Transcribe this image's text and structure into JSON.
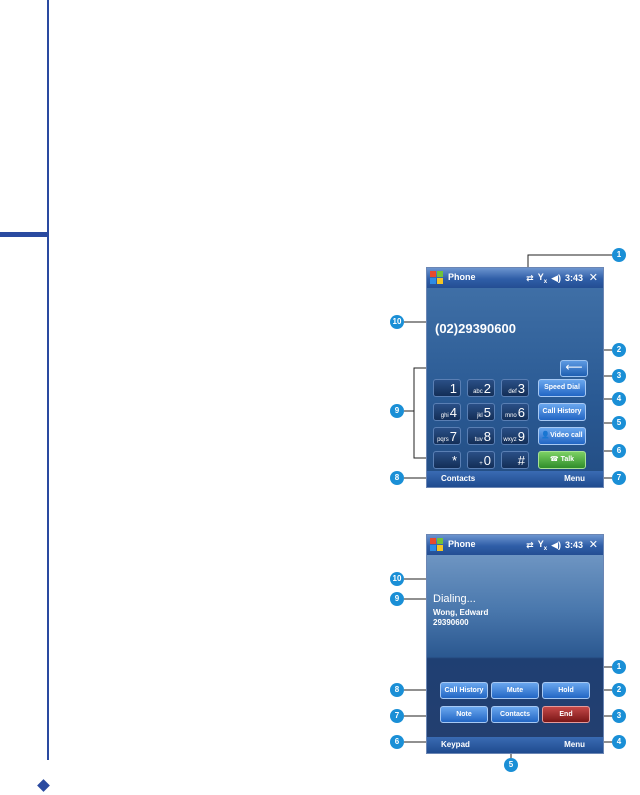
{
  "colors": {
    "margin_blue": "#2a4aa0",
    "callout_blue": "#1a8fd6",
    "talk_green": "#3fa632",
    "end_red": "#9c2a2a"
  },
  "status_icons": [
    "sync-icon",
    "signal-icon",
    "speaker-icon"
  ],
  "screen1": {
    "title": "Phone",
    "time": "3:43",
    "number": "(02)29390600",
    "keys": [
      {
        "letters": "",
        "digit": "1"
      },
      {
        "letters": "abc",
        "digit": "2"
      },
      {
        "letters": "def",
        "digit": "3"
      },
      {
        "letters": "ghi",
        "digit": "4"
      },
      {
        "letters": "jkl",
        "digit": "5"
      },
      {
        "letters": "mno",
        "digit": "6"
      },
      {
        "letters": "pqrs",
        "digit": "7"
      },
      {
        "letters": "tuv",
        "digit": "8"
      },
      {
        "letters": "wxyz",
        "digit": "9"
      },
      {
        "letters": "",
        "digit": "*"
      },
      {
        "letters": "+",
        "digit": "0"
      },
      {
        "letters": "",
        "digit": "#"
      }
    ],
    "side_buttons": {
      "speed_dial": "Speed Dial",
      "call_history": "Call History",
      "video_call": "Video call",
      "talk": "Talk"
    },
    "softkeys": {
      "left": "Contacts",
      "right": "Menu"
    },
    "callouts": [
      "1",
      "2",
      "3",
      "4",
      "5",
      "6",
      "7",
      "8",
      "9",
      "10"
    ]
  },
  "screen2": {
    "title": "Phone",
    "time": "3:43",
    "status": "Dialing...",
    "name": "Wong, Edward",
    "number": "29390600",
    "buttons": {
      "call_history": "Call History",
      "mute": "Mute",
      "hold": "Hold",
      "note": "Note",
      "contacts": "Contacts",
      "end": "End"
    },
    "softkeys": {
      "left": "Keypad",
      "right": "Menu"
    },
    "callouts": [
      "1",
      "2",
      "3",
      "4",
      "5",
      "6",
      "7",
      "8",
      "9",
      "10"
    ]
  }
}
